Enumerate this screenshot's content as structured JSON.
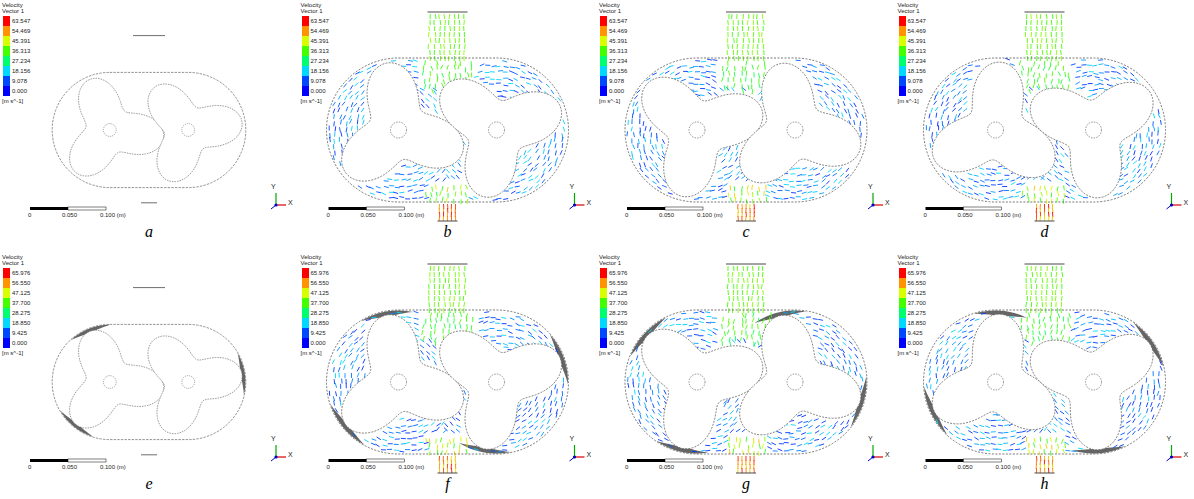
{
  "diagram": {
    "labels": [
      "Velocity Vector 1",
      "[m s^-1]",
      "0",
      "0.050",
      "0.100 (m)",
      "Y",
      "X",
      "a",
      "Velocity Vector 1",
      "[m s^-1]",
      "0",
      "0.050",
      "0.100 (m)",
      "Y",
      "X",
      "b",
      "Velocity Vector 1",
      "[m s^-1]",
      "0",
      "0.050",
      "0.100 (m)",
      "Y",
      "X",
      "c",
      "Velocity Vector 1",
      "[m s^-1]",
      "0",
      "0.050",
      "0.100 (m)",
      "Y",
      "X",
      "d",
      "Velocity Vector 1",
      "[m s^-1]",
      "0",
      "0.050",
      "0.100 (m)",
      "Y",
      "X",
      "e",
      "Velocity Vector 1",
      "[m s^-1]",
      "0",
      "0.050",
      "0.100 (m)",
      "Y",
      "X",
      "f",
      "Velocity Vector 1",
      "[m s^-1]",
      "0",
      "0.050",
      "0.100 (m)",
      "Y",
      "X",
      "g",
      "Velocity Vector 1",
      "[m s^-1]",
      "0",
      "0.050",
      "0.100 (m)",
      "Y",
      "X",
      "h"
    ],
    "legend": [
      {
        "text": "63.547",
        "color": "#ff0000"
      },
      {
        "text": "54.469",
        "color": "#ff9400"
      },
      {
        "text": "45.391",
        "color": "#d8ff00"
      },
      {
        "text": "36.313",
        "color": "#44ff00"
      },
      {
        "text": "27.234",
        "color": "#00ff6e"
      },
      {
        "text": "18.156",
        "color": "#00d8ff"
      },
      {
        "text": "9.078",
        "color": "#0048ff"
      },
      {
        "text": "0.000",
        "color": "#0000ff"
      },
      {
        "text": "63.547",
        "color": "#ff0000"
      },
      {
        "text": "54.469",
        "color": "#ff9400"
      },
      {
        "text": "45.391",
        "color": "#d8ff00"
      },
      {
        "text": "36.313",
        "color": "#44ff00"
      },
      {
        "text": "27.234",
        "color": "#00ff6e"
      },
      {
        "text": "18.156",
        "color": "#00d8ff"
      },
      {
        "text": "9.078",
        "color": "#0048ff"
      },
      {
        "text": "0.000",
        "color": "#0000ff"
      },
      {
        "text": "63.547",
        "color": "#ff0000"
      },
      {
        "text": "54.469",
        "color": "#ff9400"
      },
      {
        "text": "45.391",
        "color": "#d8ff00"
      },
      {
        "text": "36.313",
        "color": "#44ff00"
      },
      {
        "text": "27.234",
        "color": "#00ff6e"
      },
      {
        "text": "18.156",
        "color": "#00d8ff"
      },
      {
        "text": "9.078",
        "color": "#0048ff"
      },
      {
        "text": "0.000",
        "color": "#0000ff"
      },
      {
        "text": "63.547",
        "color": "#ff0000"
      },
      {
        "text": "54.469",
        "color": "#ff9400"
      },
      {
        "text": "45.391",
        "color": "#d8ff00"
      },
      {
        "text": "36.313",
        "color": "#44ff00"
      },
      {
        "text": "27.234",
        "color": "#00ff6e"
      },
      {
        "text": "18.156",
        "color": "#00d8ff"
      },
      {
        "text": "9.078",
        "color": "#0048ff"
      },
      {
        "text": "0.000",
        "color": "#0000ff"
      },
      {
        "text": "65.976",
        "color": "#ff0000"
      },
      {
        "text": "56.550",
        "color": "#ff9400"
      },
      {
        "text": "47.125",
        "color": "#d8ff00"
      },
      {
        "text": "37.700",
        "color": "#44ff00"
      },
      {
        "text": "28.275",
        "color": "#00ff6e"
      },
      {
        "text": "18.850",
        "color": "#00d8ff"
      },
      {
        "text": "9.425",
        "color": "#0048ff"
      },
      {
        "text": "0.000",
        "color": "#0000ff"
      },
      {
        "text": "65.976",
        "color": "#ff0000"
      },
      {
        "text": "56.550",
        "color": "#ff9400"
      },
      {
        "text": "47.125",
        "color": "#d8ff00"
      },
      {
        "text": "37.700",
        "color": "#44ff00"
      },
      {
        "text": "28.275",
        "color": "#00ff6e"
      },
      {
        "text": "18.850",
        "color": "#00d8ff"
      },
      {
        "text": "9.425",
        "color": "#0048ff"
      },
      {
        "text": "0.000",
        "color": "#0000ff"
      },
      {
        "text": "65.976",
        "color": "#ff0000"
      },
      {
        "text": "56.550",
        "color": "#ff9400"
      },
      {
        "text": "47.125",
        "color": "#d8ff00"
      },
      {
        "text": "37.700",
        "color": "#44ff00"
      },
      {
        "text": "28.275",
        "color": "#00ff6e"
      },
      {
        "text": "18.850",
        "color": "#00d8ff"
      },
      {
        "text": "9.425",
        "color": "#0048ff"
      },
      {
        "text": "0.000",
        "color": "#0000ff"
      },
      {
        "text": "65.976",
        "color": "#ff0000"
      },
      {
        "text": "56.550",
        "color": "#ff9400"
      },
      {
        "text": "47.125",
        "color": "#d8ff00"
      },
      {
        "text": "37.700",
        "color": "#44ff00"
      },
      {
        "text": "28.275",
        "color": "#00ff6e"
      },
      {
        "text": "18.850",
        "color": "#00d8ff"
      },
      {
        "text": "9.425",
        "color": "#0048ff"
      },
      {
        "text": "0.000",
        "color": "#0000ff"
      }
    ]
  }
}
